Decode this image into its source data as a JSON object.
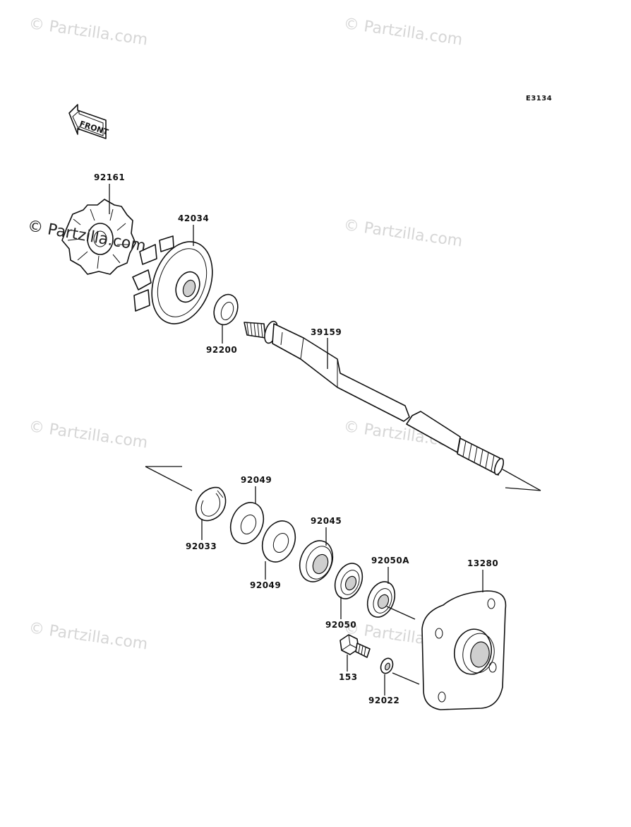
{
  "diagram_code": "E3134",
  "front_label": "FRONT",
  "watermark_text": "© Partzilla.com",
  "parts": [
    {
      "id": "p92161",
      "number": "92161"
    },
    {
      "id": "p42034",
      "number": "42034"
    },
    {
      "id": "p92200",
      "number": "92200"
    },
    {
      "id": "p39159",
      "number": "39159"
    },
    {
      "id": "p92049a",
      "number": "92049"
    },
    {
      "id": "p92033",
      "number": "92033"
    },
    {
      "id": "p92049b",
      "number": "92049"
    },
    {
      "id": "p92045",
      "number": "92045"
    },
    {
      "id": "p92050A",
      "number": "92050A"
    },
    {
      "id": "p13280",
      "number": "13280"
    },
    {
      "id": "p92050",
      "number": "92050"
    },
    {
      "id": "p153",
      "number": "153"
    },
    {
      "id": "p92022",
      "number": "92022"
    }
  ]
}
